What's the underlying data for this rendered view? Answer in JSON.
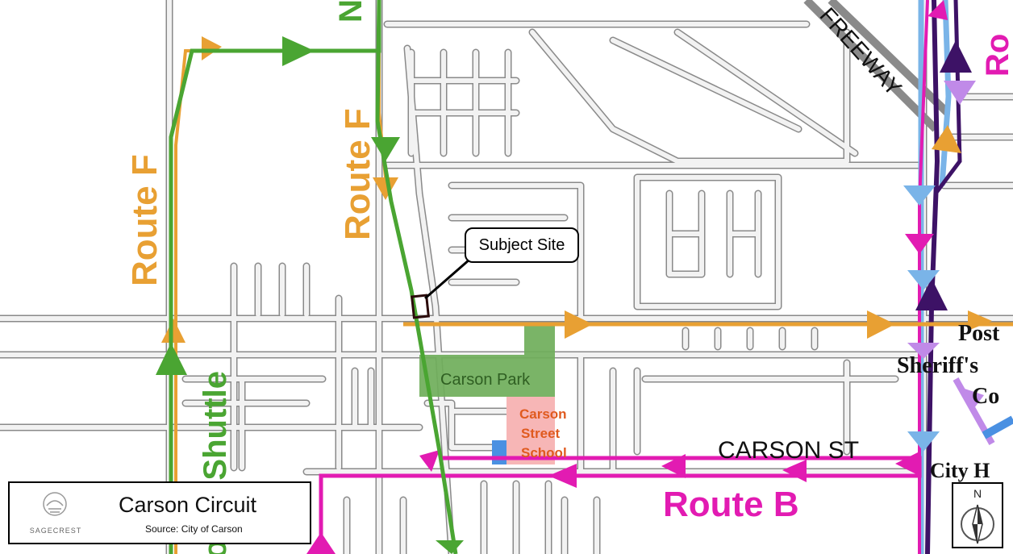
{
  "map": {
    "street_labels": {
      "freeway": "FREEWAY",
      "carson_st": "CARSON ST"
    },
    "route_labels": {
      "route_f_west": "Route F",
      "route_f_center": "Route F",
      "route_b": "Route B",
      "shuttle": "South Shuttle",
      "north_partial": "N",
      "route_east_partial": "Ro"
    },
    "place_labels": {
      "carson_park": "Carson Park",
      "school_line1": "Carson",
      "school_line2": "Street",
      "school_line3": "School",
      "post": "Post",
      "sheriffs": "Sheriff's",
      "civic_partial": "Co",
      "city_hall_partial": "City H"
    },
    "callout": {
      "label": "Subject Site"
    },
    "colors": {
      "route_f": "#e8a033",
      "shuttle": "#4aa532",
      "route_b": "#e21bb2",
      "route_blue": "#7ab4e8",
      "route_purple": "#3d1266",
      "route_lavender": "#c08ae8",
      "park": "#6fae5a",
      "school": "#f7b6b6",
      "school_text": "#e05a1f"
    }
  },
  "title_box": {
    "title": "Carson Circuit",
    "source": "Source: City of Carson",
    "logo_text": "SAGECREST"
  },
  "north_arrow": {
    "label": "N"
  }
}
